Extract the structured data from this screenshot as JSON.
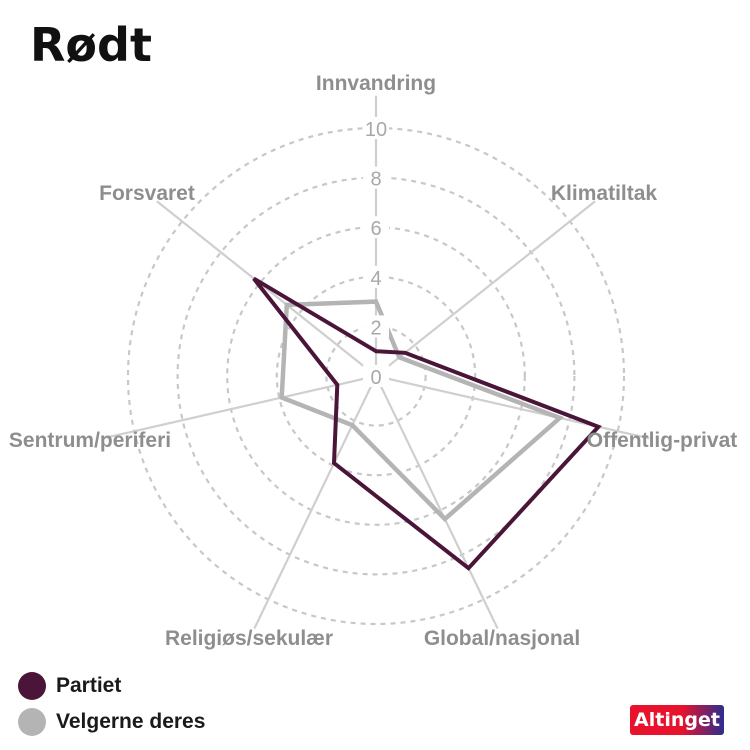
{
  "title": "Rødt",
  "chart_data": {
    "type": "radar",
    "axes": [
      "Innvandring",
      "Klimatiltak",
      "Offentlig-privat",
      "Global/nasjonal",
      "Religiøs/sekulær",
      "Sentrum/periferi",
      "Forsvaret"
    ],
    "r_ticks": [
      0,
      2,
      4,
      6,
      8,
      10
    ],
    "rlim": [
      0,
      10
    ],
    "grid": true,
    "series": [
      {
        "name": "Partiet",
        "color": "#4a1538",
        "values": [
          1,
          1.5,
          9.2,
          8.6,
          3.9,
          1.6,
          6.3
        ]
      },
      {
        "name": "Velgerne deres",
        "color": "#b4b4b4",
        "values": [
          3,
          1.2,
          7.6,
          6.4,
          2.2,
          3.9,
          4.6
        ]
      }
    ],
    "legend_position": "bottom-left"
  },
  "legend": [
    {
      "label": "Partiet",
      "color": "#4a1538"
    },
    {
      "label": "Velgerne deres",
      "color": "#b4b4b4"
    }
  ],
  "logo": {
    "text": "Altinget"
  }
}
